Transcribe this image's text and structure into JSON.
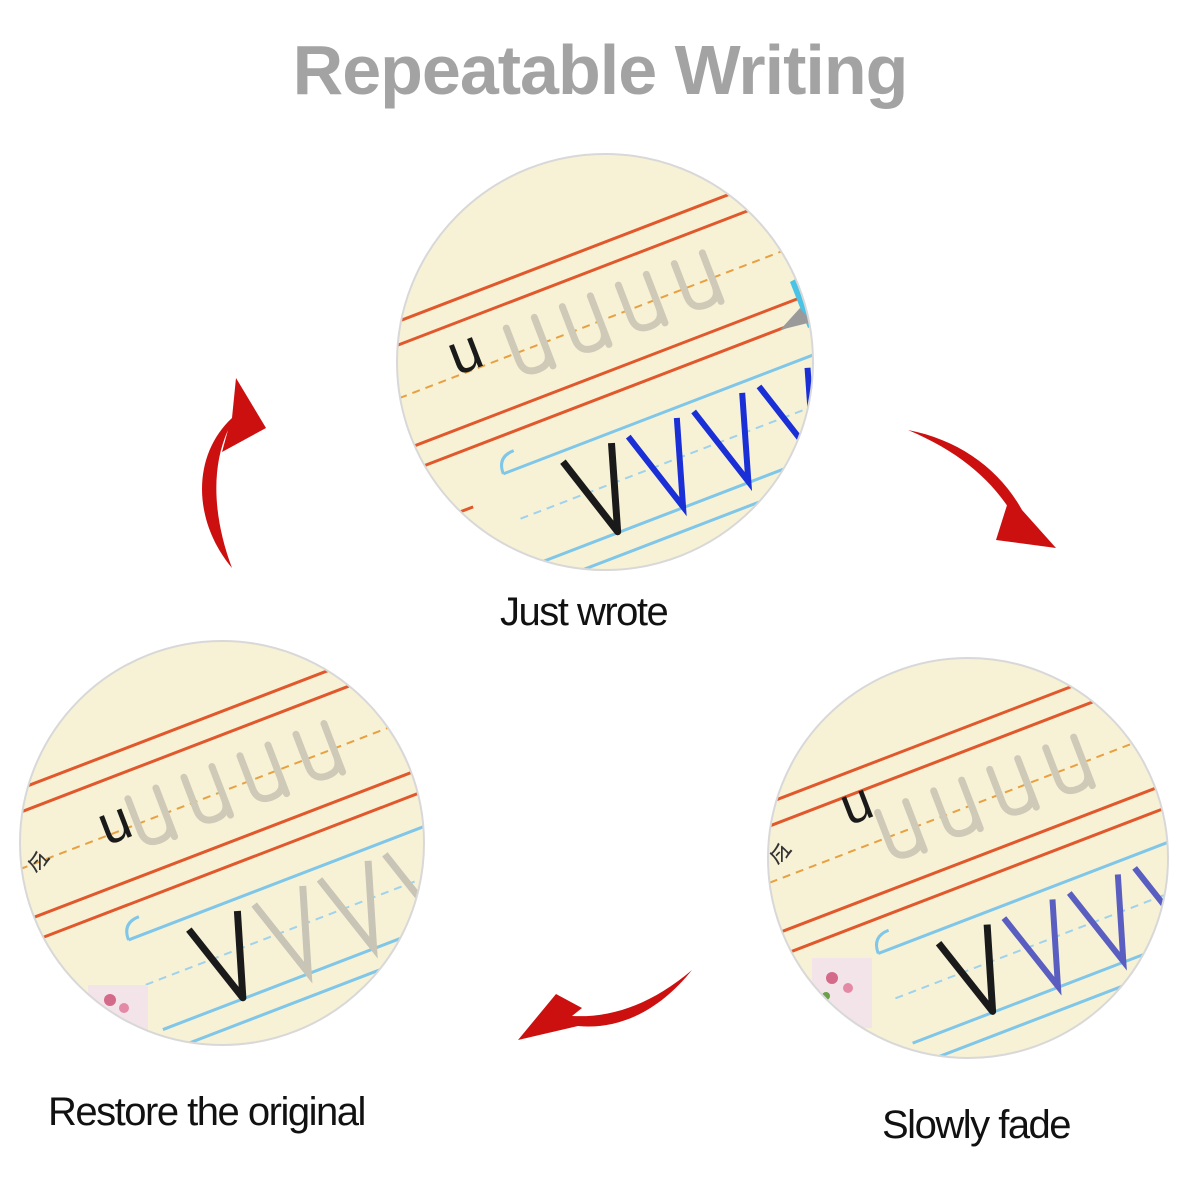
{
  "title": "Repeatable Writing",
  "stages": [
    {
      "id": "top",
      "caption": "Just wrote",
      "letter_u": "u",
      "letter_v": "V",
      "v_colors": [
        "#1a2fd6",
        "#1a2fd6",
        "#1a2fd6"
      ]
    },
    {
      "id": "right",
      "caption": "Slowly fade",
      "letter_u": "u",
      "letter_v": "V",
      "v_colors": [
        "#5a5ec0",
        "#5a5ec0",
        "#5a5ec0"
      ]
    },
    {
      "id": "left",
      "caption": "Restore the original",
      "letter_u": "u",
      "letter_v": "V",
      "v_colors": [
        "#c8c4b6",
        "#c8c4b6",
        "#c8c4b6"
      ]
    }
  ],
  "side_char": "令",
  "colors": {
    "paper": "#f7f2d6",
    "orange_line": "#e0582c",
    "blue_line": "#7fc6e8",
    "arrow": "#cc1010",
    "title": "#a3a3a3"
  }
}
